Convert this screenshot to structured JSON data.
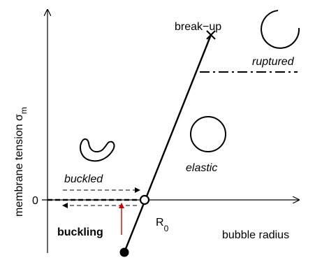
{
  "axes": {
    "y_label": "membrane tension σ",
    "y_label_subscript": "m",
    "x_label": "bubble radius",
    "zero_label": "0",
    "r0_label": "R",
    "r0_subscript": "0"
  },
  "labels": {
    "break_up": "break−up",
    "ruptured": "ruptured",
    "elastic": "elastic",
    "buckled": "buckled",
    "buckling": "buckling"
  },
  "colors": {
    "line": "#000000",
    "buckling_arrow": "#cc0000"
  }
}
